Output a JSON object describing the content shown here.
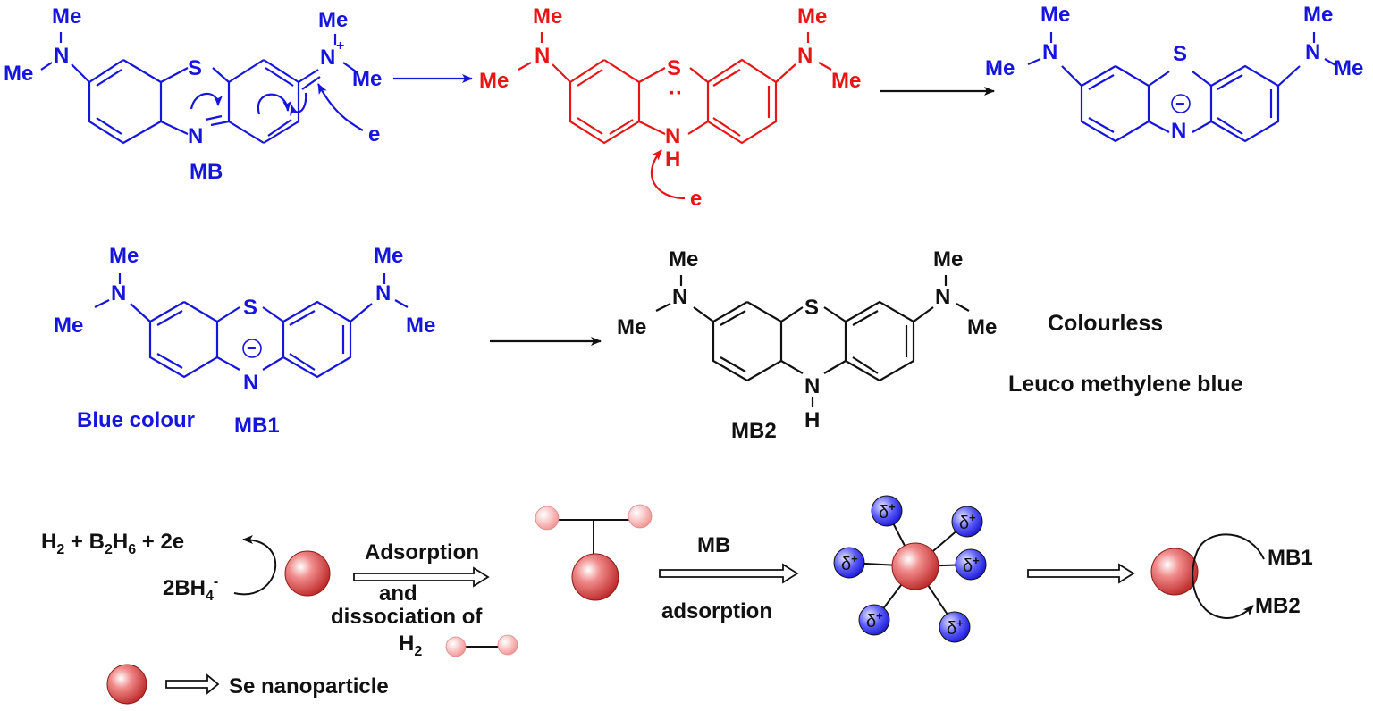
{
  "colors": {
    "blue": "#1515dd",
    "red": "#e81515",
    "black": "#111111",
    "sphere_dark": "#c62828",
    "sphere_light": "#ffffff",
    "ion_blue": "#1a1aee"
  },
  "atoms": {
    "me": "Me",
    "n": "N",
    "s": "S",
    "h": "H",
    "plus": "+",
    "minus": "−",
    "lone_pair": "··",
    "electron": "e",
    "delta": "δ",
    "delta_charge": "+"
  },
  "labels": {
    "mb": "MB",
    "mb1": "MB1",
    "mb2": "MB2",
    "blue_colour": "Blue colour",
    "colourless": "Colourless",
    "leuco": "Leuco methylene blue"
  },
  "mechanism": {
    "eq_h": "H",
    "eq_2": "2",
    "eq_plus_b": " + B",
    "eq_b_sub1": "2",
    "eq_h2": "H",
    "eq_b_sub2": "6",
    "eq_tail": " + 2e",
    "bh4_main": "2BH",
    "bh4_sub": "4",
    "bh4_sup": "-",
    "adsorption": "Adsorption",
    "and": "and",
    "dissociation": "dissociation of",
    "h2_h": "H",
    "h2_sub": "2",
    "mb": "MB",
    "mb_adsorption": "adsorption",
    "mb1": "MB1",
    "mb2": "MB2"
  },
  "legend": {
    "label": "Se nanoparticle"
  }
}
